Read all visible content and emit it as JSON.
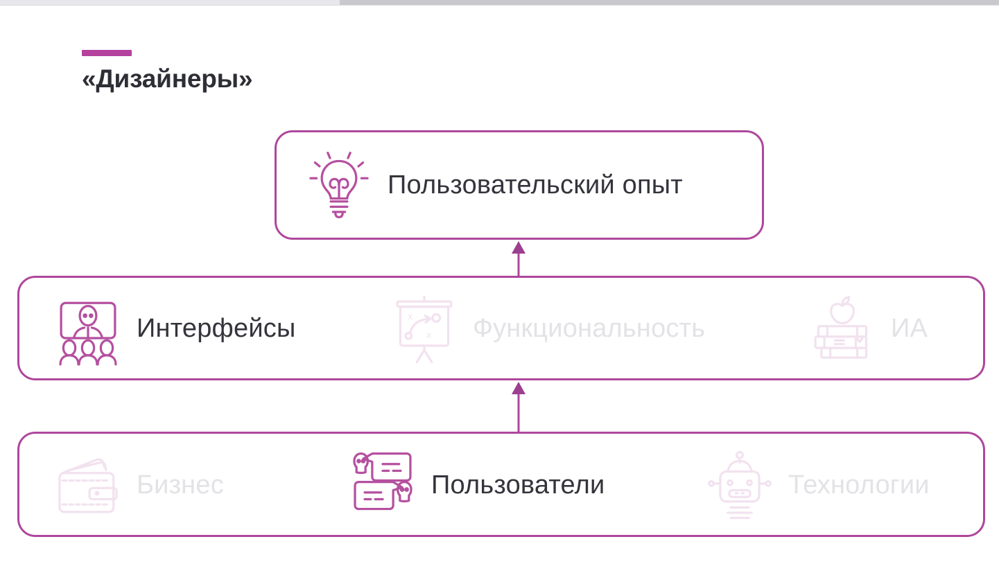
{
  "slide": {
    "title": "«Дизайнеры»",
    "accent_color": "#b5419f",
    "border_color": "#ae479c",
    "active_text_color": "#34343c",
    "faded_text_color": "#e3e2e6",
    "progress_percent": 34
  },
  "layers": {
    "top": {
      "name": "experience-layer",
      "items": [
        {
          "label": "Пользовательский опыт",
          "icon": "lightbulb-icon",
          "state": "active"
        }
      ]
    },
    "middle": {
      "name": "design-layer",
      "items": [
        {
          "label": "Интерфейсы",
          "icon": "presentation-audience-icon",
          "state": "active"
        },
        {
          "label": "Функциональность",
          "icon": "strategy-board-icon",
          "state": "faded"
        },
        {
          "label": "ИА",
          "icon": "apple-books-icon",
          "state": "faded"
        }
      ]
    },
    "bottom": {
      "name": "foundation-layer",
      "items": [
        {
          "label": "Бизнес",
          "icon": "wallet-icon",
          "state": "faded"
        },
        {
          "label": "Пользователи",
          "icon": "speech-bubbles-people-icon",
          "state": "active"
        },
        {
          "label": "Технологии",
          "icon": "robot-icon",
          "state": "faded"
        }
      ]
    }
  },
  "arrows": [
    {
      "name": "arrow-middle-to-top",
      "direction": "up"
    },
    {
      "name": "arrow-bottom-to-middle",
      "direction": "up"
    }
  ]
}
